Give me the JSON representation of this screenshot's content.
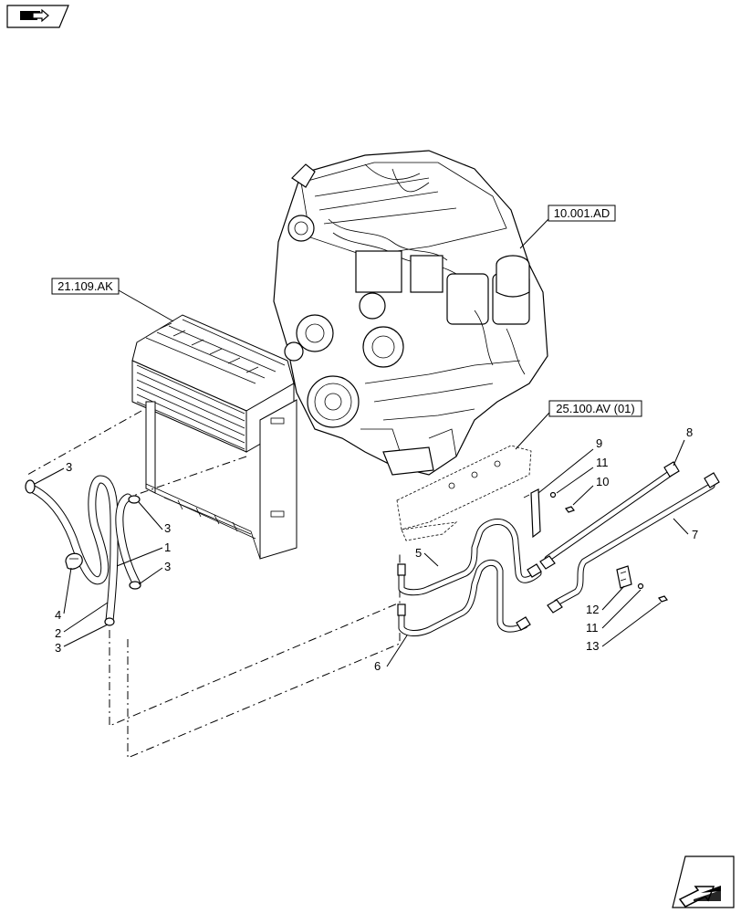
{
  "nav": {
    "top_icon": "book-arrow-icon",
    "bottom_icon": "next-page-arrow-icon"
  },
  "references": {
    "engine": "10.001.AD",
    "cooler": "21.109.AK",
    "frame": "25.100.AV (01)"
  },
  "callouts": {
    "c1": "1",
    "c2": "2",
    "c3a": "3",
    "c3b": "3",
    "c3c": "3",
    "c3d": "3",
    "c4": "4",
    "c5": "5",
    "c6": "6",
    "c7": "7",
    "c8": "8",
    "c9": "9",
    "c10": "10",
    "c11a": "11",
    "c11b": "11",
    "c12": "12",
    "c13": "13"
  }
}
